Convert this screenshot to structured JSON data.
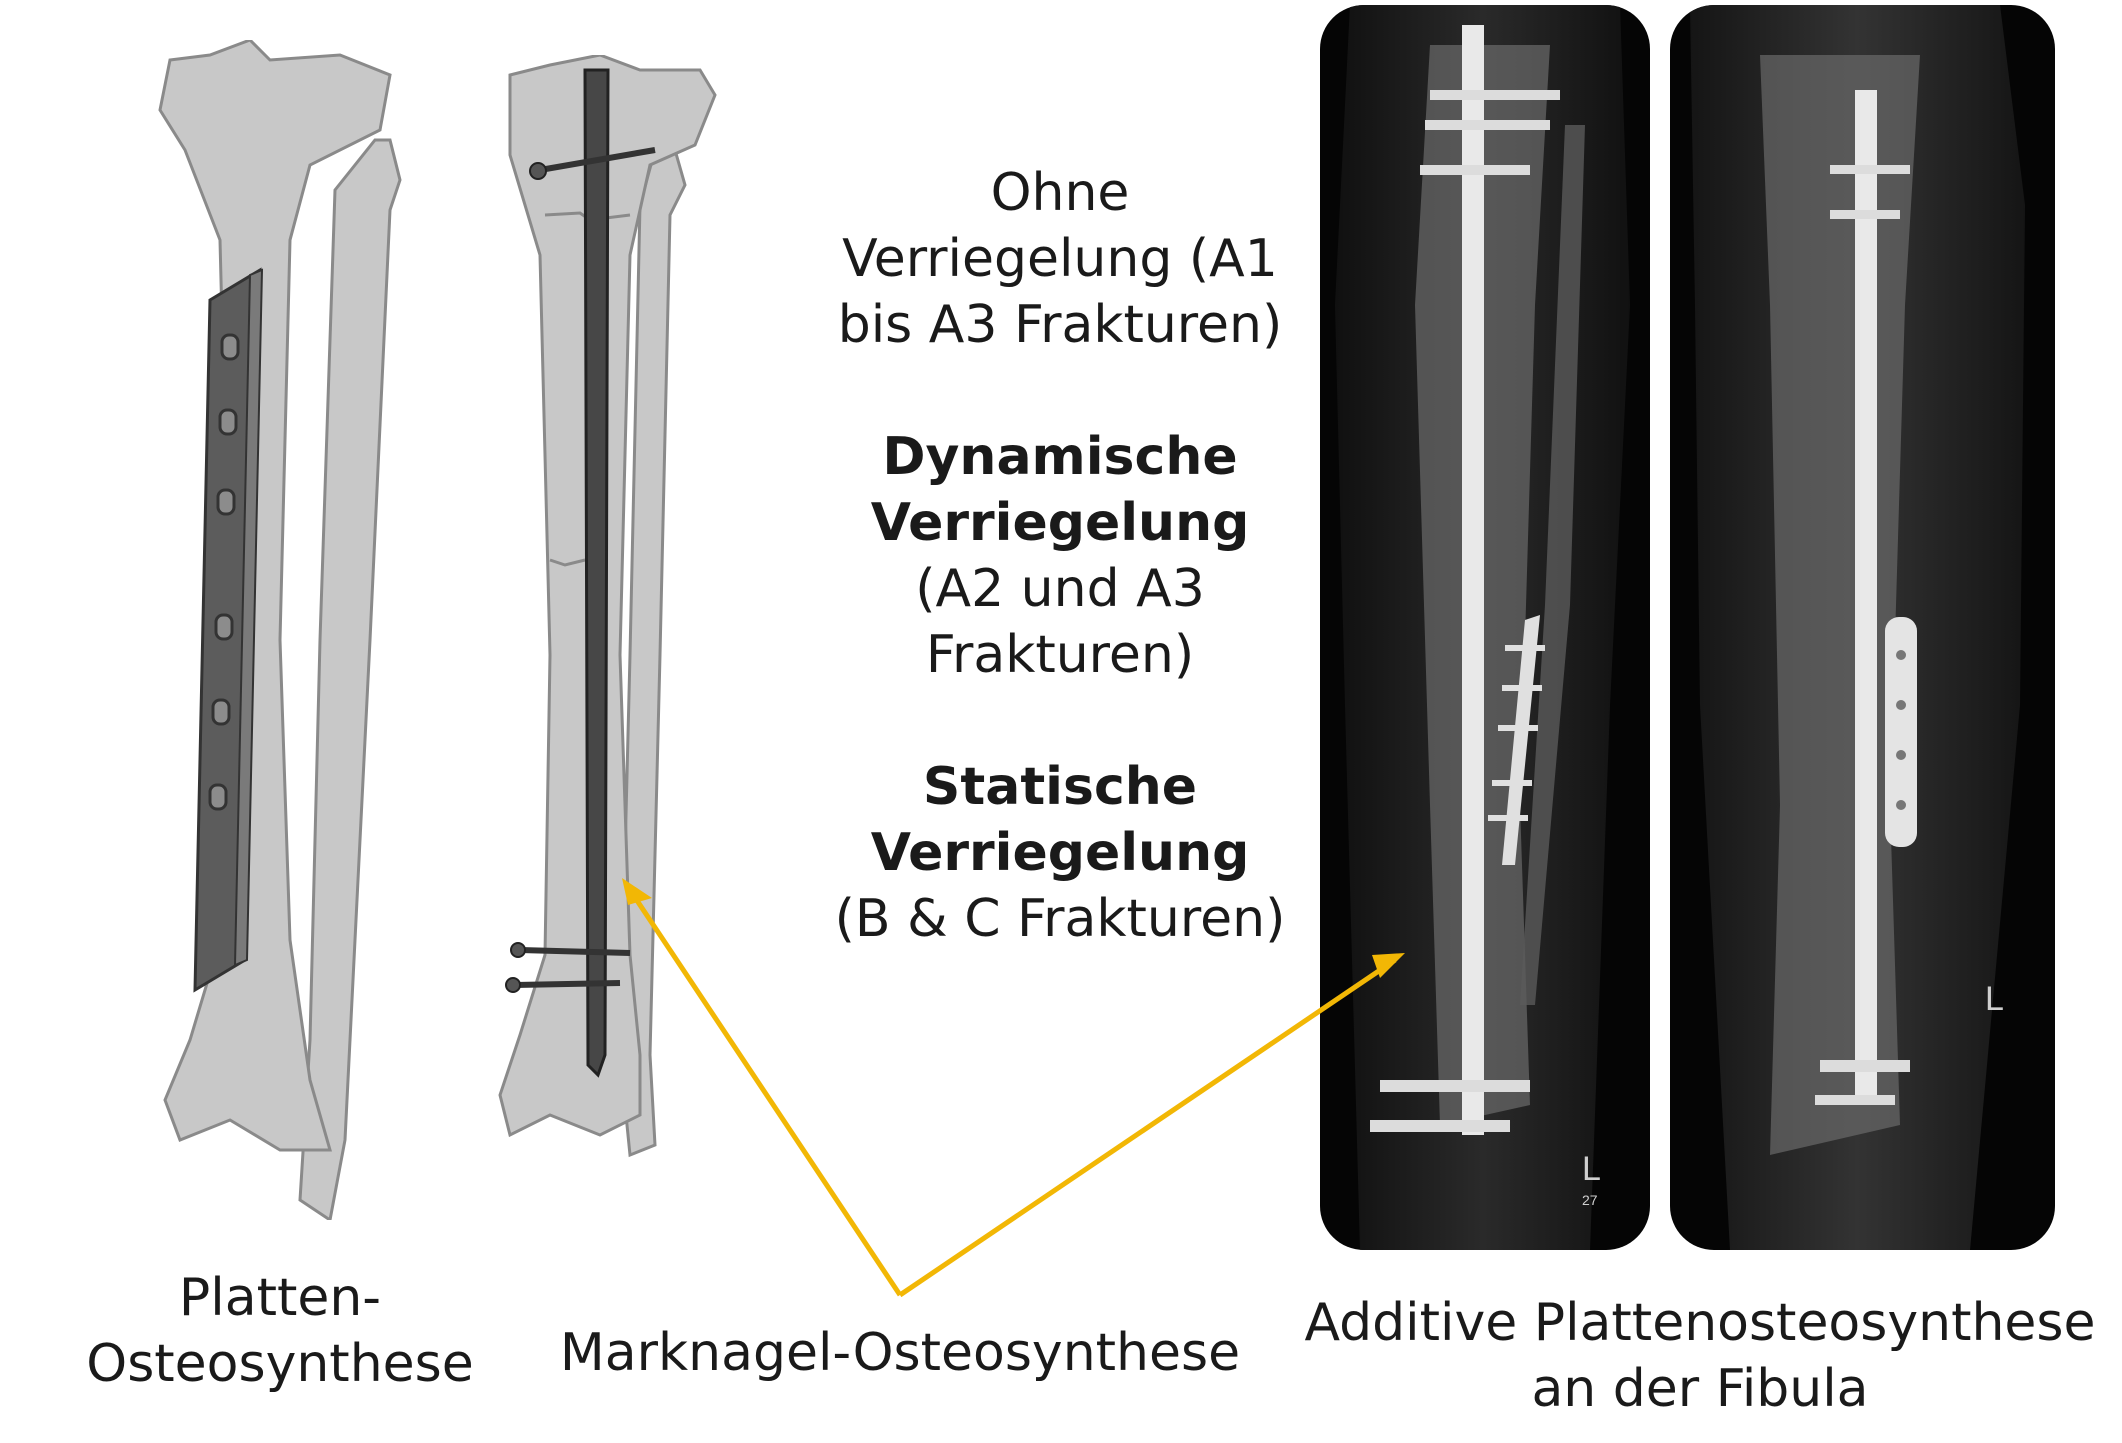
{
  "figures": {
    "plate": {
      "caption_line1": "Platten-",
      "caption_line2": "Osteosynthese"
    },
    "nail": {
      "caption": "Marknagel-Osteosynthese"
    },
    "xray": {
      "caption_line1": "Additive Plattenosteosynthese",
      "caption_line2": "an der Fibula",
      "marker_letter": "L",
      "marker_number": "27"
    }
  },
  "locking_notes": {
    "none_line1": "Ohne",
    "none_line2": "Verriegelung (A1",
    "none_line3": "bis A3 Frakturen)",
    "dynamic_title_line1": "Dynamische",
    "dynamic_title_line2": "Verriegelung",
    "dynamic_line3": "(A2 und A3",
    "dynamic_line4": "Frakturen)",
    "static_title_line1": "Statische",
    "static_title_line2": "Verriegelung",
    "static_line3": "(B & C Frakturen)"
  },
  "colors": {
    "bone": "#c8c8c8",
    "bone_outline": "#8a8a8a",
    "implant": "#555555",
    "arrow": "#f2b705",
    "xray_bg": "#050505"
  }
}
